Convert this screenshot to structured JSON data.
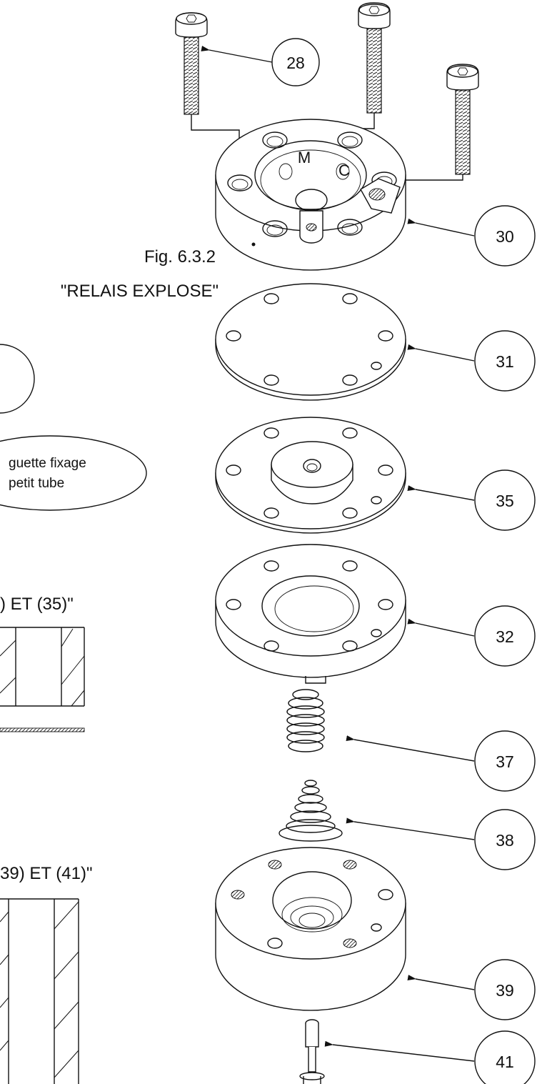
{
  "figure": {
    "number": "Fig. 6.3.2",
    "title": "\"RELAIS EXPLOSE\""
  },
  "section_titles": {
    "upper": ") ET (35)\"",
    "lower": "39) ET (41)\""
  },
  "note": {
    "line1": "guette fixage",
    "line2": "petit tube"
  },
  "plate_mark": {
    "left": "M",
    "right": "C"
  },
  "callouts": [
    "28",
    "30",
    "31",
    "35",
    "32",
    "37",
    "38",
    "39",
    "41"
  ],
  "colors": {
    "line": "#111111",
    "background": "#ffffff"
  }
}
